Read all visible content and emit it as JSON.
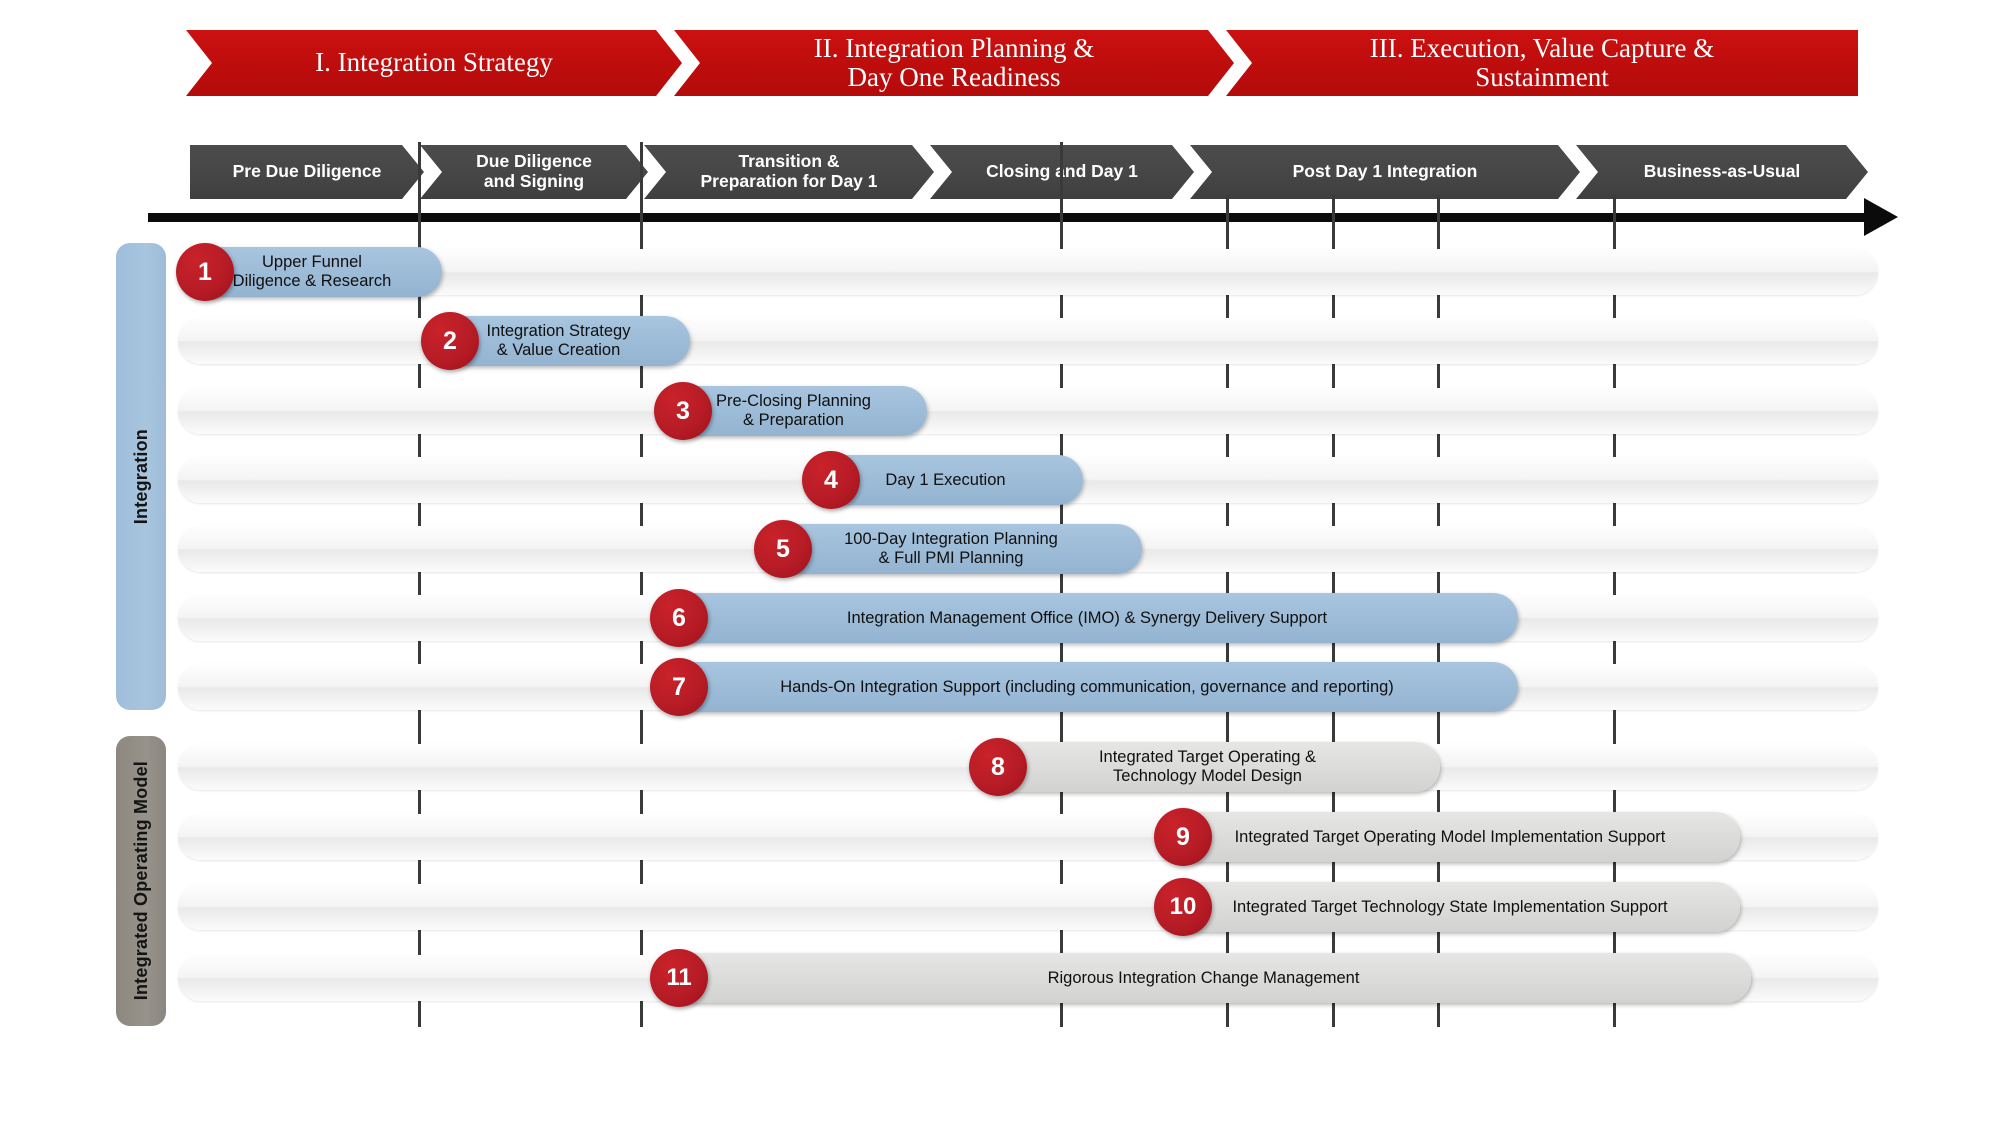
{
  "diagram": {
    "title": "M&A Integration Timeline",
    "colors": {
      "phase_banner": "#c00d0d",
      "stage_chevron": "#464646",
      "integration_group": "#9dbcd8",
      "iom_group": "#8c8880",
      "number_badge": "#b71c26",
      "track": "#f2f2f2"
    }
  },
  "phases": [
    {
      "label": "I. Integration Strategy"
    },
    {
      "label": "II. Integration Planning &\nDay One Readiness",
      "line1": "II. Integration Planning &",
      "line2": "Day One Readiness"
    },
    {
      "label": "III. Execution, Value Capture &\nSustainment",
      "line1": "III. Execution, Value Capture &",
      "line2": "Sustainment"
    }
  ],
  "stages": [
    {
      "line1": "Pre Due Diligence",
      "line2": ""
    },
    {
      "line1": "Due Diligence",
      "line2": "and Signing"
    },
    {
      "line1": "Transition &",
      "line2": "Preparation for Day 1"
    },
    {
      "line1": "Closing and Day 1",
      "line2": ""
    },
    {
      "line1": "Post Day 1 Integration",
      "line2": ""
    },
    {
      "line1": "Business-as-Usual",
      "line2": ""
    }
  ],
  "groups": [
    {
      "id": "integration",
      "label": "Integration"
    },
    {
      "id": "integrated-operating-model",
      "label": "Integrated Operating Model"
    }
  ],
  "workstreams": [
    {
      "num": "1",
      "group": "integration",
      "line1": "Upper Funnel",
      "line2": "Diligence & Research"
    },
    {
      "num": "2",
      "group": "integration",
      "line1": "Integration Strategy",
      "line2": "& Value Creation"
    },
    {
      "num": "3",
      "group": "integration",
      "line1": "Pre-Closing Planning",
      "line2": "& Preparation"
    },
    {
      "num": "4",
      "group": "integration",
      "line1": "Day 1 Execution",
      "line2": ""
    },
    {
      "num": "5",
      "group": "integration",
      "line1": "100-Day Integration Planning",
      "line2": "& Full PMI Planning"
    },
    {
      "num": "6",
      "group": "integration",
      "line1": "Integration Management Office (IMO) & Synergy Delivery Support",
      "line2": ""
    },
    {
      "num": "7",
      "group": "integration",
      "line1": "Hands-On Integration Support (including communication, governance and reporting)",
      "line2": ""
    },
    {
      "num": "8",
      "group": "integrated-operating-model",
      "line1": "Integrated Target Operating &",
      "line2": "Technology Model Design"
    },
    {
      "num": "9",
      "group": "integrated-operating-model",
      "line1": "Integrated Target Operating Model Implementation Support",
      "line2": ""
    },
    {
      "num": "10",
      "group": "integrated-operating-model",
      "line1": "Integrated Target Technology State Implementation Support",
      "line2": ""
    },
    {
      "num": "11",
      "group": "integrated-operating-model",
      "line1": "Rigorous Integration Change Management",
      "line2": ""
    }
  ]
}
